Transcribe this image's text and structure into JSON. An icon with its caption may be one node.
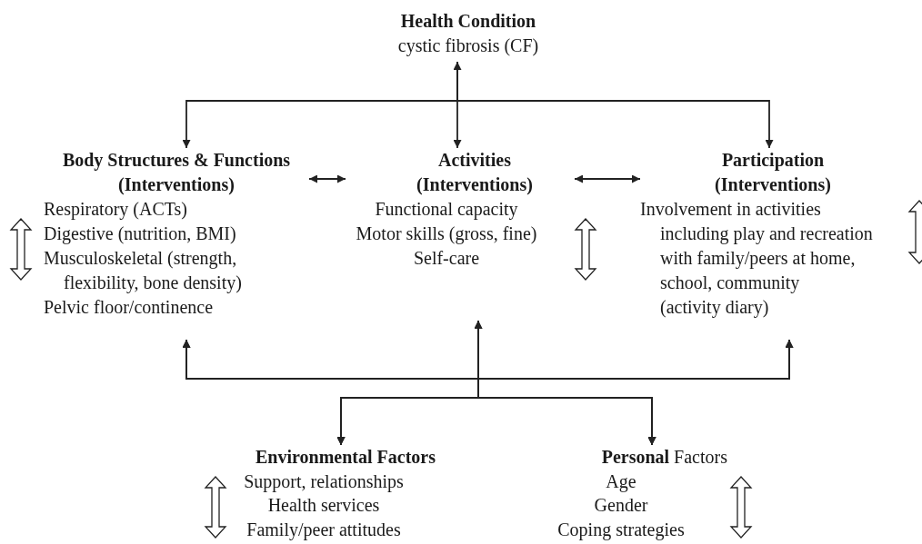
{
  "diagram": {
    "nodes": [
      {
        "text": [
          "Health Condition",
          "cystic fibrosis (CF)"
        ]
      },
      {
        "text": [
          "Body Structures & Functions (Interventions)",
          "Respiratory (ACTs)",
          "Digestive (nutrition, BMI)",
          "Musculoskeletal (strength, flexibility, bone density)",
          "Pelvic floor/continence"
        ]
      },
      {
        "text": [
          "Activities (Interventions)",
          "Functional capacity",
          "Motor skills (gross, fine)",
          "Self-care"
        ]
      },
      {
        "text": [
          "Participation (Interventions)",
          "Involvement in activities including play and recreation with family/peers at home, school, community",
          "(activity diary)"
        ]
      },
      {
        "text": [
          "Environmental Factors",
          "Support, relationships",
          "Health services",
          "Family/peer attitudes"
        ]
      },
      {
        "text": [
          "**Personal** Factors",
          "Age",
          "Gender",
          "Coping strategies"
        ]
      }
    ],
    "edges": [
      {
        "from": 0,
        "to": 2,
        "arrow": "both"
      },
      {
        "from": 0,
        "to": 1,
        "arrow": "to"
      },
      {
        "from": 0,
        "to": 3,
        "arrow": "to"
      },
      {
        "from": 1,
        "to": 2,
        "arrow": "both"
      },
      {
        "from": 2,
        "to": 3,
        "arrow": "both"
      },
      {
        "from": 4,
        "to": 1,
        "arrow": "both"
      },
      {
        "from": 4,
        "to": 2,
        "arrow": "both"
      },
      {
        "from": 4,
        "to": 3,
        "arrow": "both"
      },
      {
        "from": 5,
        "to": 1,
        "arrow": "both"
      },
      {
        "from": 5,
        "to": 2,
        "arrow": "both"
      },
      {
        "from": 5,
        "to": 3,
        "arrow": "both"
      }
    ]
  }
}
